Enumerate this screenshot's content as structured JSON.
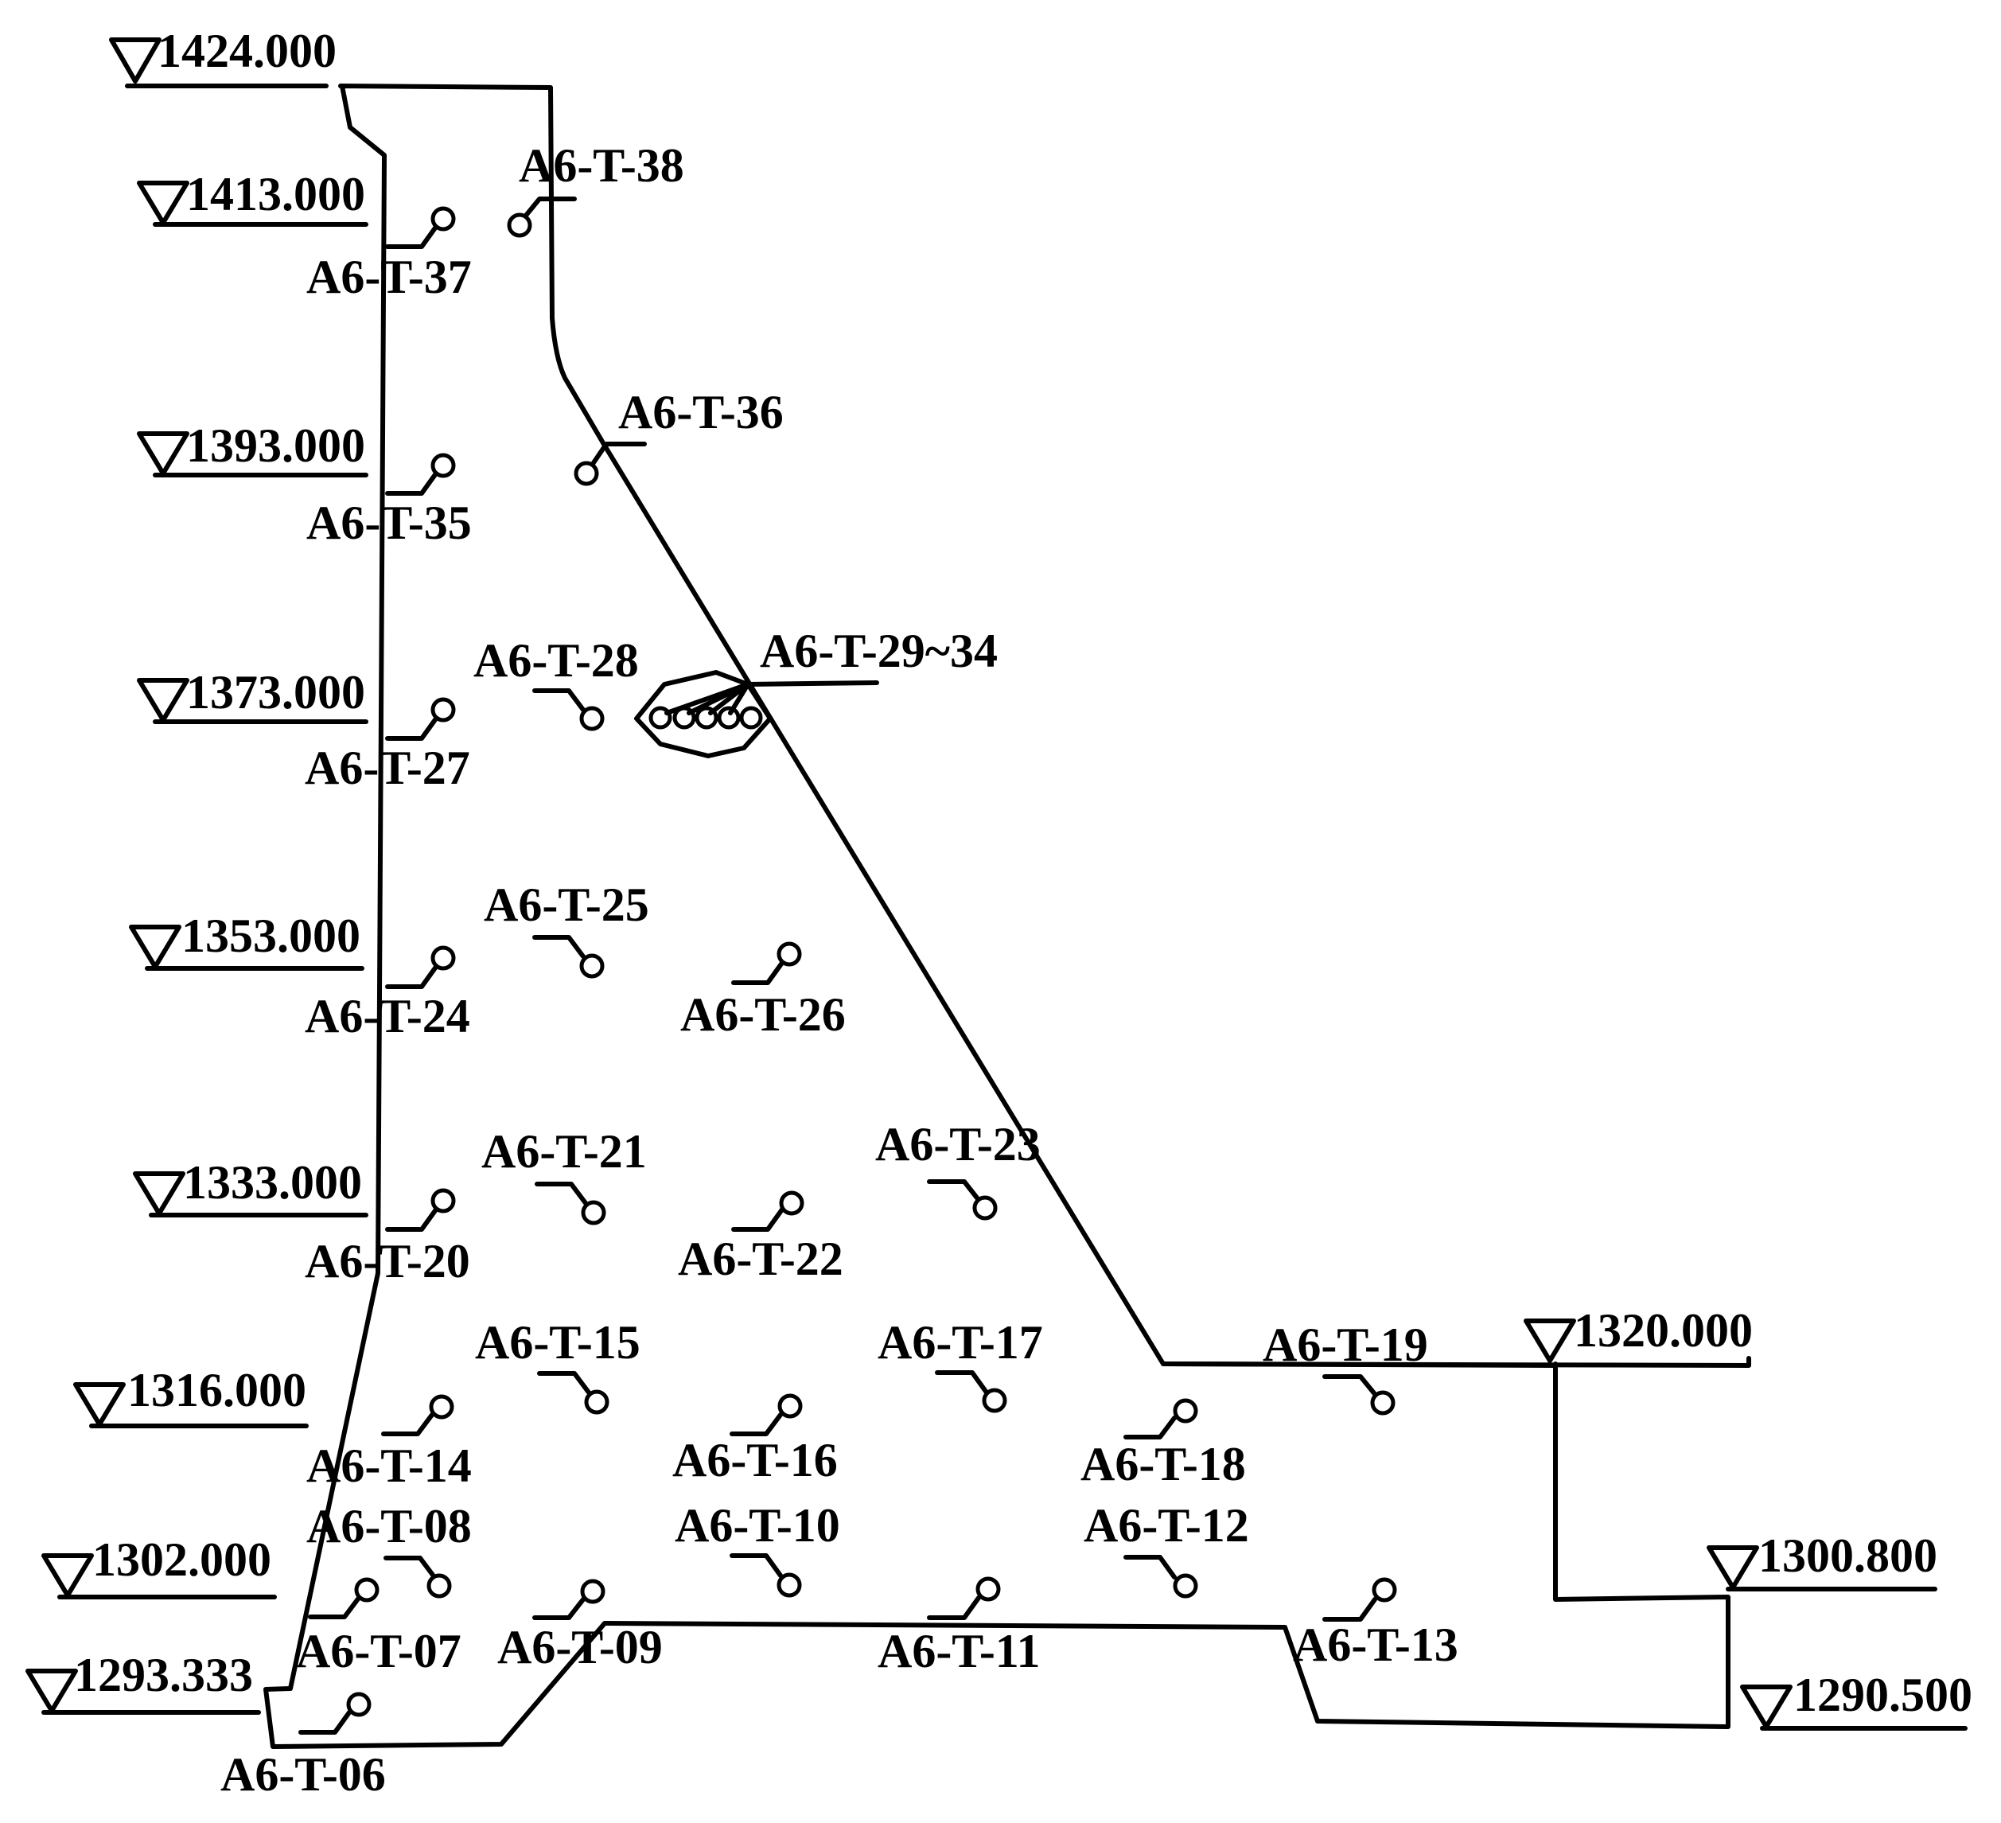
{
  "elevations": {
    "e1424": "1424.000",
    "e1413": "1413.000",
    "e1393": "1393.000",
    "e1373": "1373.000",
    "e1353": "1353.000",
    "e1333": "1333.000",
    "e1316": "1316.000",
    "e1302": "1302.000",
    "e1293": "1293.333",
    "e1320": "1320.000",
    "e1300": "1300.800",
    "e1290": "1290.500"
  },
  "sensors": {
    "t06": "A6-T-06",
    "t07": "A6-T-07",
    "t08": "A6-T-08",
    "t09": "A6-T-09",
    "t10": "A6-T-10",
    "t11": "A6-T-11",
    "t12": "A6-T-12",
    "t13": "A6-T-13",
    "t14": "A6-T-14",
    "t15": "A6-T-15",
    "t16": "A6-T-16",
    "t17": "A6-T-17",
    "t18": "A6-T-18",
    "t19": "A6-T-19",
    "t20": "A6-T-20",
    "t21": "A6-T-21",
    "t22": "A6-T-22",
    "t23": "A6-T-23",
    "t24": "A6-T-24",
    "t25": "A6-T-25",
    "t26": "A6-T-26",
    "t27": "A6-T-27",
    "t28": "A6-T-28",
    "t2934": "A6-T-29~34",
    "t35": "A6-T-35",
    "t36": "A6-T-36",
    "t37": "A6-T-37",
    "t38": "A6-T-38"
  }
}
